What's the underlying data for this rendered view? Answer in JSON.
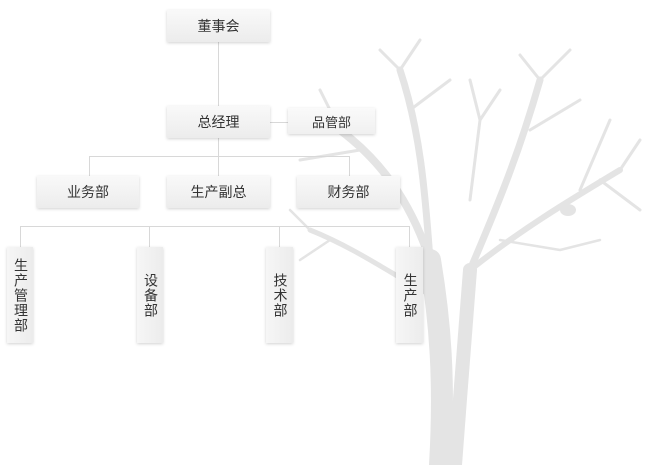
{
  "org_chart": {
    "board": "董事会",
    "general_manager": "总经理",
    "quality_dept": "品管部",
    "level3": [
      "业务部",
      "生产副总",
      "财务部"
    ],
    "level4": [
      "生产管理部",
      "设备部",
      "技术部",
      "生产部"
    ]
  },
  "colors": {
    "line": "#d8d8d8",
    "tree": "#e6e6e6",
    "text": "#333333"
  }
}
